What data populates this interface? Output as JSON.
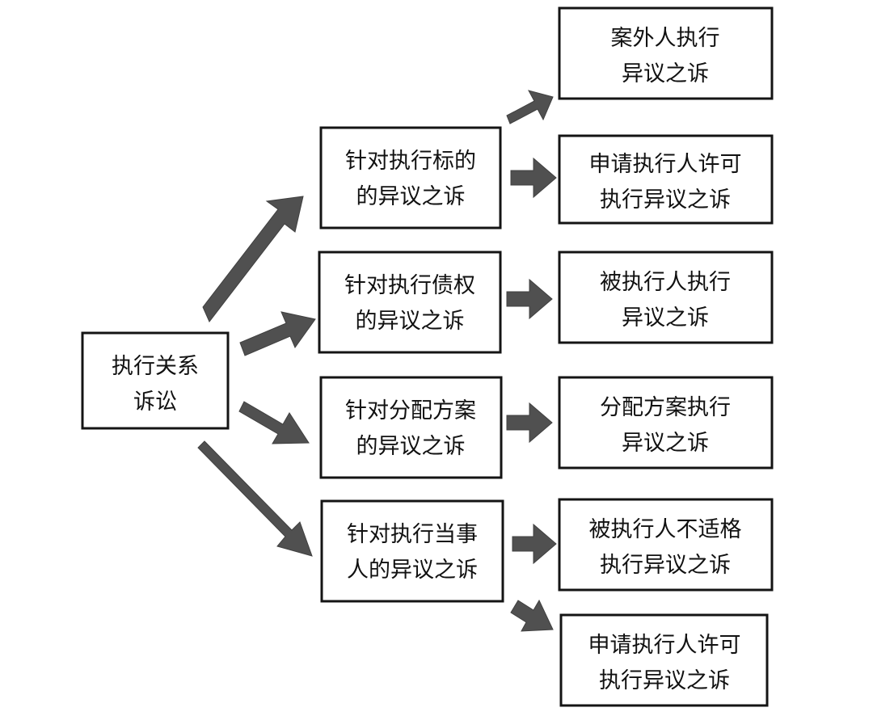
{
  "colors": {
    "box_border": "#141414",
    "arrow_fill": "#505050",
    "text": "#111111",
    "background": "#ffffff"
  },
  "diagram": {
    "root": {
      "line1": "执行关系",
      "line2": "诉讼"
    },
    "categories": [
      {
        "line1": "针对执行标的",
        "line2": "的异议之诉"
      },
      {
        "line1": "针对执行债权",
        "line2": "的异议之诉"
      },
      {
        "line1": "针对分配方案",
        "line2": "的异议之诉"
      },
      {
        "line1": "针对执行当事",
        "line2": "人的异议之诉"
      }
    ],
    "results": [
      {
        "line1": "案外人执行",
        "line2": "异议之诉"
      },
      {
        "line1": "申请执行人许可",
        "line2": "执行异议之诉"
      },
      {
        "line1": "被执行人执行",
        "line2": "异议之诉"
      },
      {
        "line1": "分配方案执行",
        "line2": "异议之诉"
      },
      {
        "line1": "被执行人不适格",
        "line2": "执行异议之诉"
      },
      {
        "line1": "申请执行人许可",
        "line2": "执行异议之诉"
      }
    ]
  }
}
